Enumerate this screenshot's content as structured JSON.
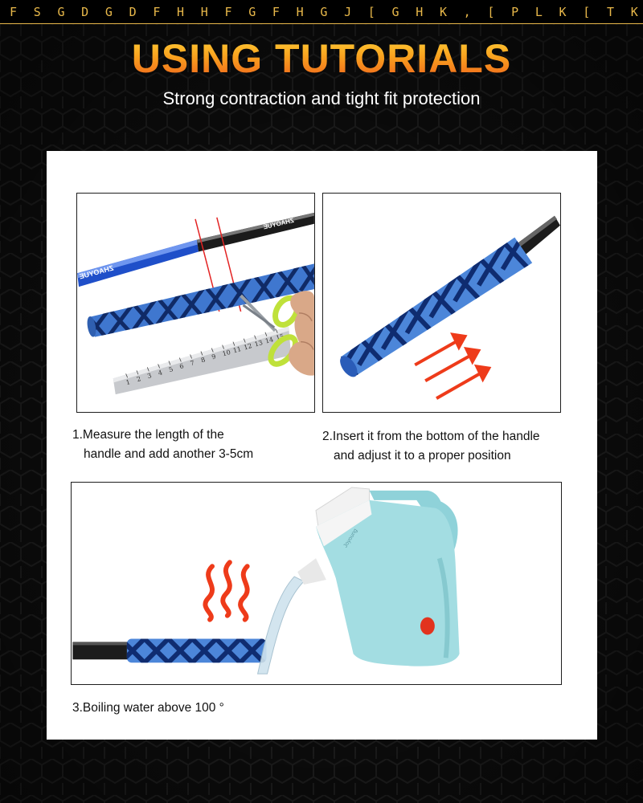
{
  "top_bar": {
    "letters": [
      "F",
      "S",
      "G",
      "D",
      "G",
      "D",
      "F",
      "H",
      "H",
      "F",
      "G",
      "F",
      "H",
      "G",
      "J",
      "[",
      "G",
      "H",
      "K",
      ",",
      "[",
      "P",
      "L",
      "K",
      "[",
      "T",
      "K"
    ]
  },
  "header": {
    "title": "USING TUTORIALS",
    "subtitle": "Strong contraction and tight fit protection"
  },
  "panels": {
    "pole_brand": "ZHAOYUE",
    "ruler_numbers": [
      "1",
      "2",
      "3",
      "4",
      "5",
      "6",
      "7",
      "8",
      "9",
      "10",
      "11",
      "12",
      "13",
      "14",
      "15"
    ],
    "kettle_brand": "Joyoung"
  },
  "steps": [
    {
      "line1": "1.Measure the length of the",
      "line2": "handle and add another 3-5cm"
    },
    {
      "line1": "2.Insert it from the bottom of the handle",
      "line2": "and adjust it to a proper position"
    },
    {
      "line1": "3.Boiling water above 100 °",
      "line2": ""
    }
  ],
  "colors": {
    "accent_gold": "#e8b84a",
    "title_orange": "#f68b1f",
    "grip_blue": "#3f77cf",
    "heat_red": "#ee3b1a"
  }
}
